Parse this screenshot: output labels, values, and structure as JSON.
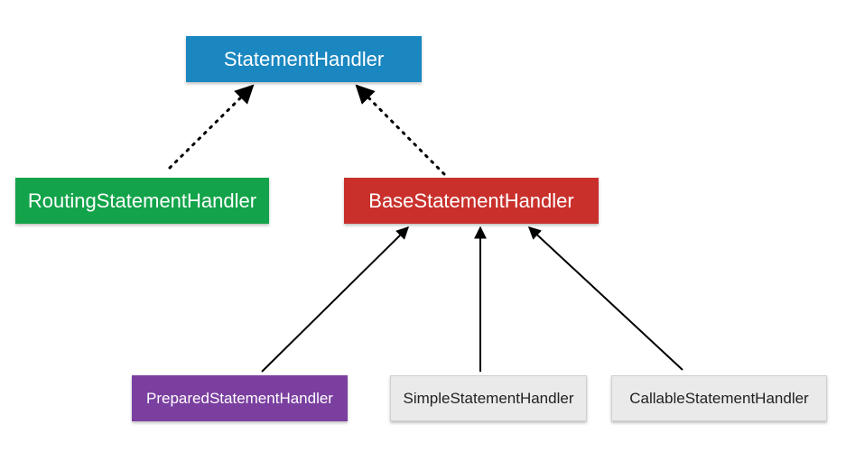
{
  "diagram": {
    "nodes": {
      "statement_handler": {
        "label": "StatementHandler",
        "bg": "#1a87c0",
        "fg": "#ffffff"
      },
      "routing_handler": {
        "label": "RoutingStatementHandler",
        "bg": "#13a34a",
        "fg": "#ffffff"
      },
      "base_handler": {
        "label": "BaseStatementHandler",
        "bg": "#c9302c",
        "fg": "#ffffff"
      },
      "prepared_handler": {
        "label": "PreparedStatementHandler",
        "bg": "#7b3fa0",
        "fg": "#ffffff"
      },
      "simple_handler": {
        "label": "SimpleStatementHandler",
        "bg": "#eaeaea",
        "fg": "#222222"
      },
      "callable_handler": {
        "label": "CallableStatementHandler",
        "bg": "#eaeaea",
        "fg": "#222222"
      }
    },
    "edges": [
      {
        "from": "routing_handler",
        "to": "statement_handler",
        "style": "dotted"
      },
      {
        "from": "base_handler",
        "to": "statement_handler",
        "style": "dotted"
      },
      {
        "from": "prepared_handler",
        "to": "base_handler",
        "style": "solid"
      },
      {
        "from": "simple_handler",
        "to": "base_handler",
        "style": "solid"
      },
      {
        "from": "callable_handler",
        "to": "base_handler",
        "style": "solid"
      }
    ]
  }
}
